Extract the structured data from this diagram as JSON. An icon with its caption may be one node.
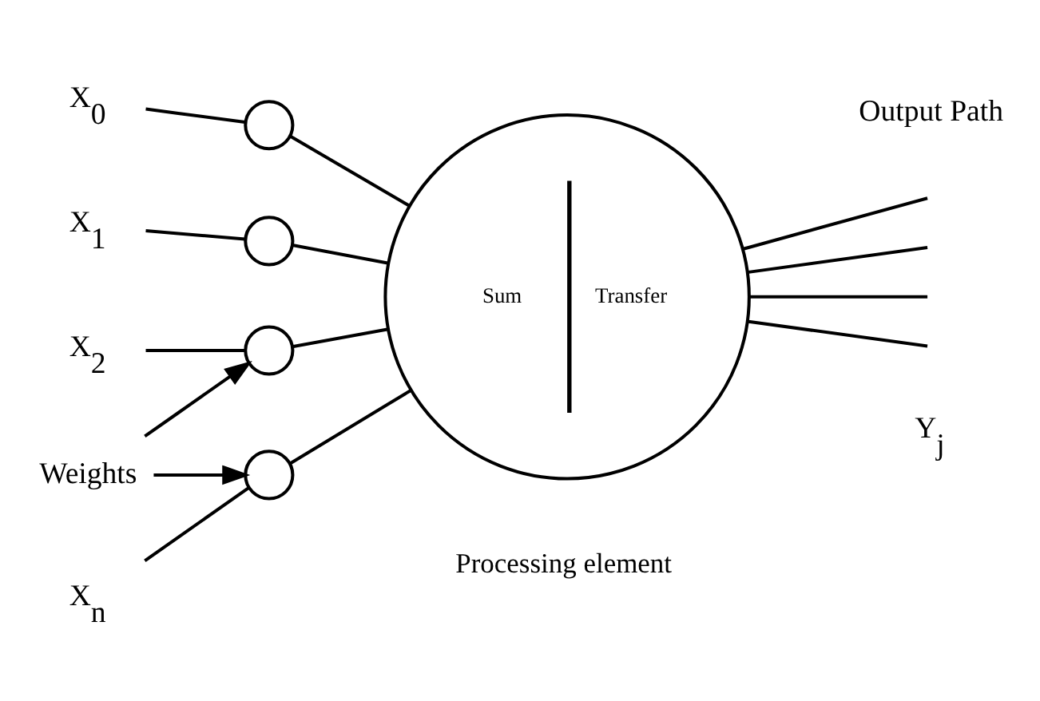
{
  "diagram": {
    "nodes": [
      {
        "text": [
          "X$_{0}$"
        ]
      },
      {
        "text": [
          "X$_{1}$"
        ]
      },
      {
        "text": [
          "X$_{2}$"
        ]
      },
      {
        "text": [
          "X$_{n}$"
        ]
      },
      {
        "text": [],
        "shape": "circle"
      },
      {
        "text": [],
        "shape": "circle"
      },
      {
        "text": [],
        "shape": "circle"
      },
      {
        "text": [],
        "shape": "circle"
      },
      {
        "text": [
          "Sum",
          "Transfer"
        ],
        "beside": [
          "Processing element"
        ]
      },
      {
        "text": [
          "Weights"
        ]
      }
    ],
    "edges": [
      {
        "from": 0,
        "to": 4,
        "arrow": "none"
      },
      {
        "from": 4,
        "to": 8,
        "arrow": "none"
      },
      {
        "from": 1,
        "to": 5,
        "arrow": "none"
      },
      {
        "from": 5,
        "to": 8,
        "arrow": "none"
      },
      {
        "from": 2,
        "to": 6,
        "arrow": "none"
      },
      {
        "from": 6,
        "to": 8,
        "arrow": "none"
      },
      {
        "from": 3,
        "to": 7,
        "arrow": "none"
      },
      {
        "from": 7,
        "to": 8,
        "arrow": "none"
      },
      {
        "from": 9,
        "to": 6,
        "arrow": "to"
      },
      {
        "from": 9,
        "to": 7,
        "arrow": "to"
      },
      {
        "from": 8,
        "to": null,
        "arrow": "none"
      },
      {
        "from": 8,
        "to": null,
        "arrow": "none"
      },
      {
        "from": 8,
        "to": null,
        "arrow": "none"
      },
      {
        "from": 8,
        "to": null,
        "arrow": "none"
      }
    ],
    "labels": [
      "Y$_{j}$",
      "Output Path"
    ]
  }
}
